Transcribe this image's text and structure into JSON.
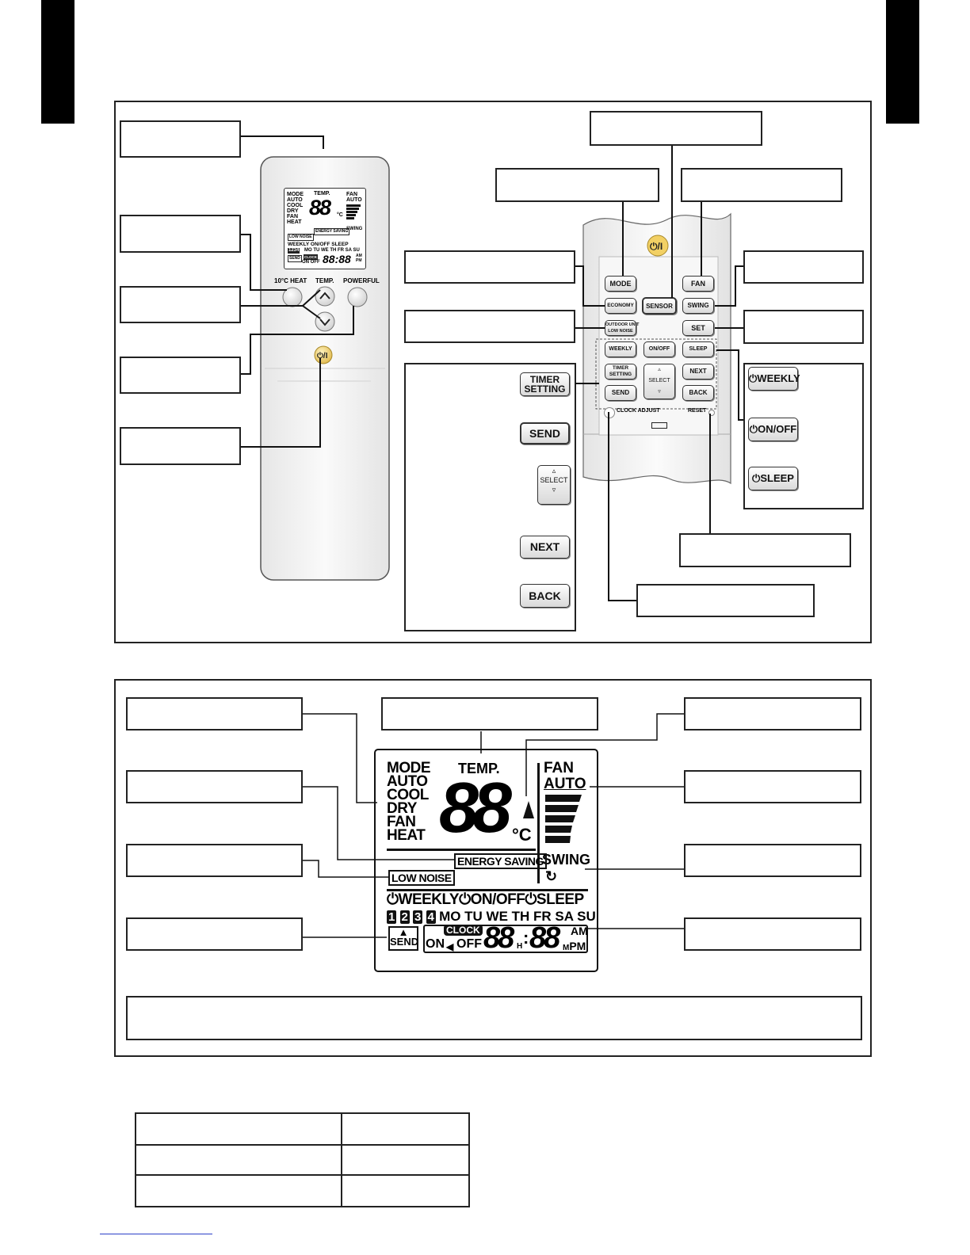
{
  "remote": {
    "lcd": {
      "mode_labels": [
        "MODE",
        "AUTO",
        "COOL",
        "DRY",
        "FAN",
        "HEAT"
      ],
      "temp_label": "TEMP.",
      "digits": "88",
      "celsius": "°C",
      "fan_labels": [
        "FAN",
        "AUTO"
      ],
      "swing": "SWING",
      "energy_saving": "ENERGY SAVING",
      "low_noise": "LOW NOISE",
      "timer_line": "WEEKLY ON/OFF SLEEP",
      "day_numbers": "1234",
      "days": "MO TU WE TH FR SA SU",
      "send": "SEND",
      "clock": "CLOCK",
      "on_off": "ON OFF",
      "time_digits": "88:88",
      "am": "AM",
      "pm": "PM"
    },
    "heat10_label": "10°C HEAT",
    "temp_label": "TEMP.",
    "powerful_label": "POWERFUL",
    "power_symbol": "⏻/I"
  },
  "inner_panel": {
    "mode": "MODE",
    "fan": "FAN",
    "economy": "ECONOMY",
    "sensor": "SENSOR",
    "swing": "SWING",
    "outdoor_line1": "OUTDOOR UNIT",
    "outdoor_line2": "LOW NOISE",
    "set": "SET",
    "weekly": "WEEKLY",
    "on_off": "ON/OFF",
    "sleep": "SLEEP",
    "timer_line1": "TIMER",
    "timer_line2": "SETTING",
    "select": "SELECT",
    "next": "NEXT",
    "back": "BACK",
    "send": "SEND",
    "clock_adjust": "CLOCK ADJUST",
    "reset": "RESET"
  },
  "timer_panel": {
    "timer_line1": "TIMER",
    "timer_line2": "SETTING",
    "send": "SEND",
    "select": "SELECT",
    "next": "NEXT",
    "back": "BACK"
  },
  "timer_mode_panel": {
    "weekly": "WEEKLY",
    "on_off": "ON/OFF",
    "sleep": "SLEEP"
  },
  "display": {
    "mode_labels": [
      "MODE",
      "AUTO",
      "COOL",
      "DRY",
      "FAN",
      "HEAT"
    ],
    "temp_label": "TEMP.",
    "digits": "88",
    "celsius": "°C",
    "fan_label": "FAN",
    "fan_auto": "AUTO",
    "energy_saving": "ENERGY SAVING",
    "low_noise": "LOW NOISE",
    "swing": "SWING",
    "weekly": "WEEKLY",
    "on_off": "ON/OFF",
    "sleep": "SLEEP",
    "day_numbers": [
      "1",
      "2",
      "3",
      "4"
    ],
    "days": "MO TU WE TH FR SA SU",
    "send": "SEND",
    "clock": "CLOCK",
    "on": "ON",
    "off": "OFF",
    "hours": "88",
    "hours_unit": "H",
    "minutes": "88",
    "am": "AM",
    "pm": "PM",
    "minutes_unit": "M"
  }
}
